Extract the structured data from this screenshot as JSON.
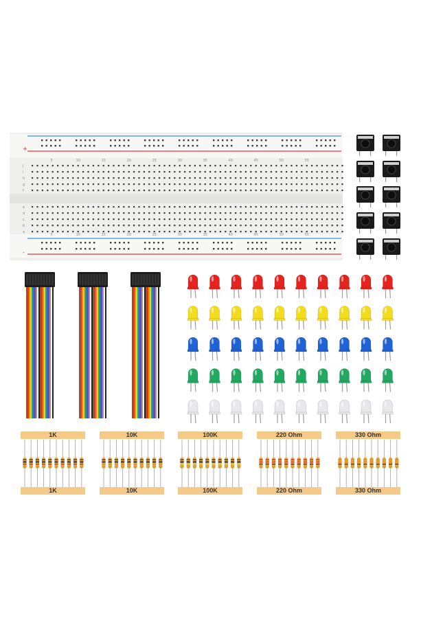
{
  "photo": {
    "background_color": "#ffffff",
    "breadboard": {
      "rail_plus_mark": "+",
      "rail_minus_mark": "-",
      "row_letters_top": [
        "j",
        "i",
        "h",
        "g",
        "f"
      ],
      "row_letters_bottom": [
        "e",
        "d",
        "c",
        "b",
        "a"
      ],
      "column_numbers": [
        "5",
        "10",
        "15",
        "20",
        "25",
        "30",
        "35",
        "40",
        "45",
        "50",
        "55"
      ],
      "colors": {
        "board": "#efefed",
        "rail_red": "#e23a3a",
        "rail_blue": "#3e8ede",
        "hole": "#3a3a3a"
      }
    },
    "jumper_cable_bundles": 3,
    "jumper_wire_colors": [
      "#8b5a2b",
      "#e5322d",
      "#f08a1c",
      "#f1d31e",
      "#2fa84f",
      "#2a6fd6",
      "#7b3fb5",
      "#9a9a9a",
      "#f5f5f5",
      "#222222"
    ],
    "tactile_switches": 10,
    "leds": {
      "columns": 10,
      "rows": [
        {
          "color": "red",
          "hex": "#e52420"
        },
        {
          "color": "yellow",
          "hex": "#f2dc1c"
        },
        {
          "color": "blue",
          "hex": "#1f63d6"
        },
        {
          "color": "green",
          "hex": "#22a860"
        },
        {
          "color": "white",
          "hex": "#e8e8ec"
        }
      ]
    },
    "resistor_groups": [
      {
        "top_label": "1K",
        "bottom_label": "1K"
      },
      {
        "top_label": "10K",
        "bottom_label": "10K"
      },
      {
        "top_label": "100K",
        "bottom_label": "100K"
      },
      {
        "top_label": "220 Ohm",
        "bottom_label": "220 Ohm"
      },
      {
        "top_label": "330 Ohm",
        "bottom_label": "330 Ohm"
      }
    ],
    "resistors_per_group": 10,
    "resistor_body_color": "#d9a441",
    "label_strip_color": "#f5c987"
  }
}
